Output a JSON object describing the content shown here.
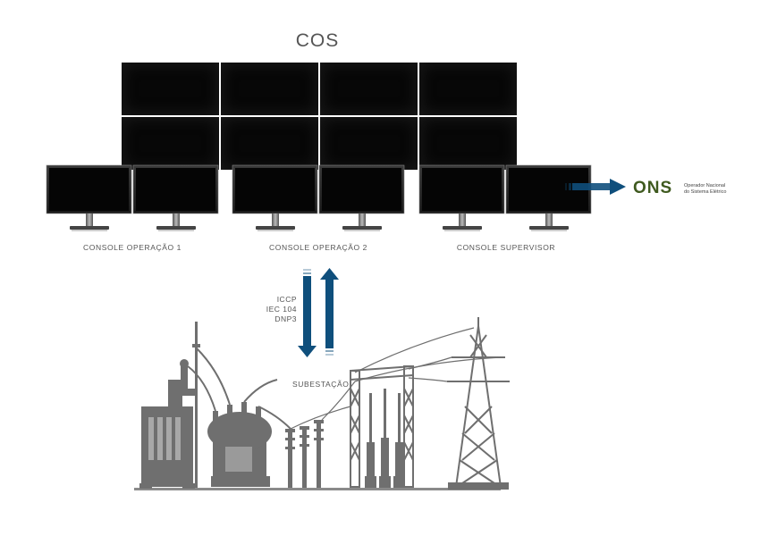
{
  "title": "COS",
  "consoles": [
    {
      "label": "CONSOLE OPERAÇÃO 1"
    },
    {
      "label": "CONSOLE OPERAÇÃO 2"
    },
    {
      "label": "CONSOLE SUPERVISOR"
    }
  ],
  "protocols": [
    "ICCP",
    "IEC 104",
    "DNP3"
  ],
  "substation_label": "SUBESTAÇÃO",
  "ons": {
    "logo": "ONS",
    "name_line1": "Operador Nacional",
    "name_line2": "do Sistema Elétrico"
  },
  "colors": {
    "arrow": "#0f4f7c",
    "screen": "#070707",
    "equipment": "#6f6f6f",
    "ons_green": "#3f5a1f"
  },
  "icons": [
    "video-wall",
    "monitor",
    "arrow-down",
    "arrow-up",
    "arrow-right",
    "transformer",
    "insulators",
    "transmission-tower"
  ]
}
